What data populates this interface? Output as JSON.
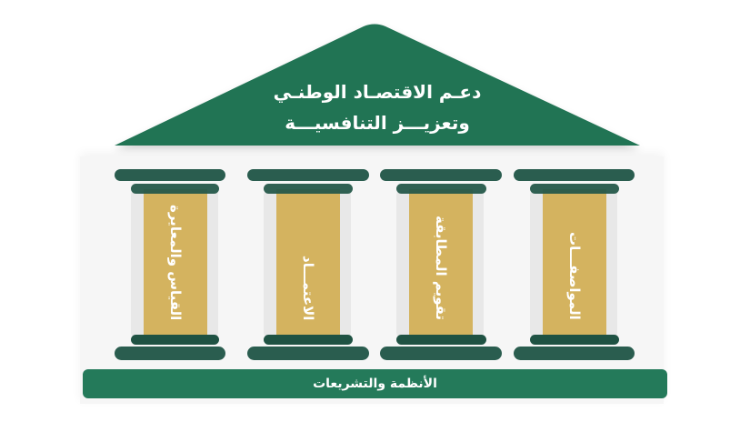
{
  "roof": {
    "line1": "دعـم الاقتصـاد الوطنـي",
    "line2": "وتعزيـــز التنافسيـــة",
    "color": "#217454"
  },
  "pillars": [
    {
      "label": "القياس والمعايرة"
    },
    {
      "label": "الاعتمـــاد"
    },
    {
      "label": "تقويم المطابقة"
    },
    {
      "label": "المواصفـــات"
    }
  ],
  "base": {
    "label": "الأنظمة والتشريعات",
    "color": "#247a5a"
  },
  "colors": {
    "cap": "#2a5d4f",
    "gold": "#d4b35f",
    "band": "#f6f6f6"
  }
}
